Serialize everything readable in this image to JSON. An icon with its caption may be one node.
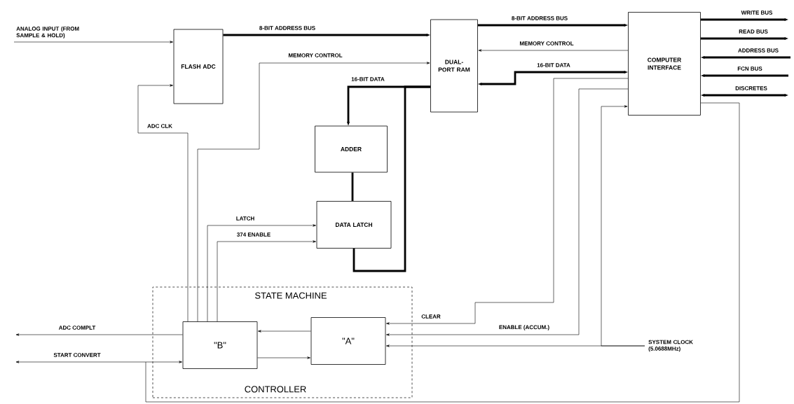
{
  "diagram": {
    "nodes": [
      {
        "text": [
          "FLASH ADC"
        ]
      },
      {
        "text": [
          "DUAL-PORT RAM"
        ]
      },
      {
        "text": [
          "COMPUTER INTERFACE"
        ]
      },
      {
        "text": [
          "ADDER"
        ]
      },
      {
        "text": [
          "DATA LATCH"
        ]
      },
      {
        "text": [
          "STATE MACHINE",
          "CONTROLLER"
        ]
      },
      {
        "text": [
          "\"B\""
        ],
        "in": 5
      },
      {
        "text": [
          "\"A\""
        ],
        "in": 5
      }
    ],
    "edges": [
      {
        "from": null,
        "to": 0,
        "arrow": "to",
        "label": "ANALOG INPUT (FROM SAMPLE & HOLD)"
      },
      {
        "from": 0,
        "to": 1,
        "arrow": "to",
        "label": "8-BIT ADDRESS BUS",
        "style": "thick"
      },
      {
        "from": 1,
        "to": 2,
        "arrow": "to",
        "label": "8-BIT ADDRESS BUS",
        "style": "thick"
      },
      {
        "from": 2,
        "to": 1,
        "arrow": "to",
        "label": "MEMORY CONTROL"
      },
      {
        "from": 1,
        "to": 2,
        "arrow": "both",
        "label": "16-BIT DATA",
        "style": "thick"
      },
      {
        "from": 6,
        "to": 1,
        "arrow": "to",
        "label": "MEMORY CONTROL"
      },
      {
        "from": 6,
        "to": 0,
        "arrow": "to",
        "label": "ADC CLK"
      },
      {
        "from": 1,
        "to": 3,
        "arrow": "to",
        "label": "16-BIT DATA",
        "style": "thick"
      },
      {
        "from": 3,
        "to": 4,
        "arrow": "none",
        "style": "thick"
      },
      {
        "from": 4,
        "to": 1,
        "arrow": "none",
        "style": "thick"
      },
      {
        "from": 6,
        "to": 4,
        "arrow": "to",
        "label": "LATCH"
      },
      {
        "from": 6,
        "to": 4,
        "arrow": "to",
        "label": "374 ENABLE"
      },
      {
        "from": 6,
        "to": null,
        "arrow": "to",
        "label": "ADC COMPLT"
      },
      {
        "from": 2,
        "to": null,
        "arrow": "to",
        "label": "START CONVERT"
      },
      {
        "from": 2,
        "to": 6,
        "arrow": "to"
      },
      {
        "from": 7,
        "to": 6,
        "arrow": "to"
      },
      {
        "from": 6,
        "to": 7,
        "arrow": "to"
      },
      {
        "from": 2,
        "to": 7,
        "arrow": "to",
        "label": "CLEAR"
      },
      {
        "from": 2,
        "to": 7,
        "arrow": "to",
        "label": "ENABLE (ACCUM.)"
      },
      {
        "from": null,
        "to": 7,
        "arrow": "to",
        "label": "SYSTEM CLOCK (5.0688MHz)"
      },
      {
        "from": null,
        "to": 2,
        "arrow": "to"
      },
      {
        "from": 2,
        "to": null,
        "arrow": "to",
        "label": "WRITE BUS",
        "style": "thick"
      },
      {
        "from": 2,
        "to": null,
        "arrow": "to",
        "label": "READ BUS",
        "style": "thick"
      },
      {
        "from": null,
        "to": 2,
        "arrow": "to",
        "label": "ADDRESS BUS",
        "style": "thick"
      },
      {
        "from": null,
        "to": 2,
        "arrow": "to",
        "label": "FCN BUS",
        "style": "thick"
      },
      {
        "from": 2,
        "to": null,
        "arrow": "both",
        "label": "DISCRETES",
        "style": "thick"
      }
    ]
  }
}
